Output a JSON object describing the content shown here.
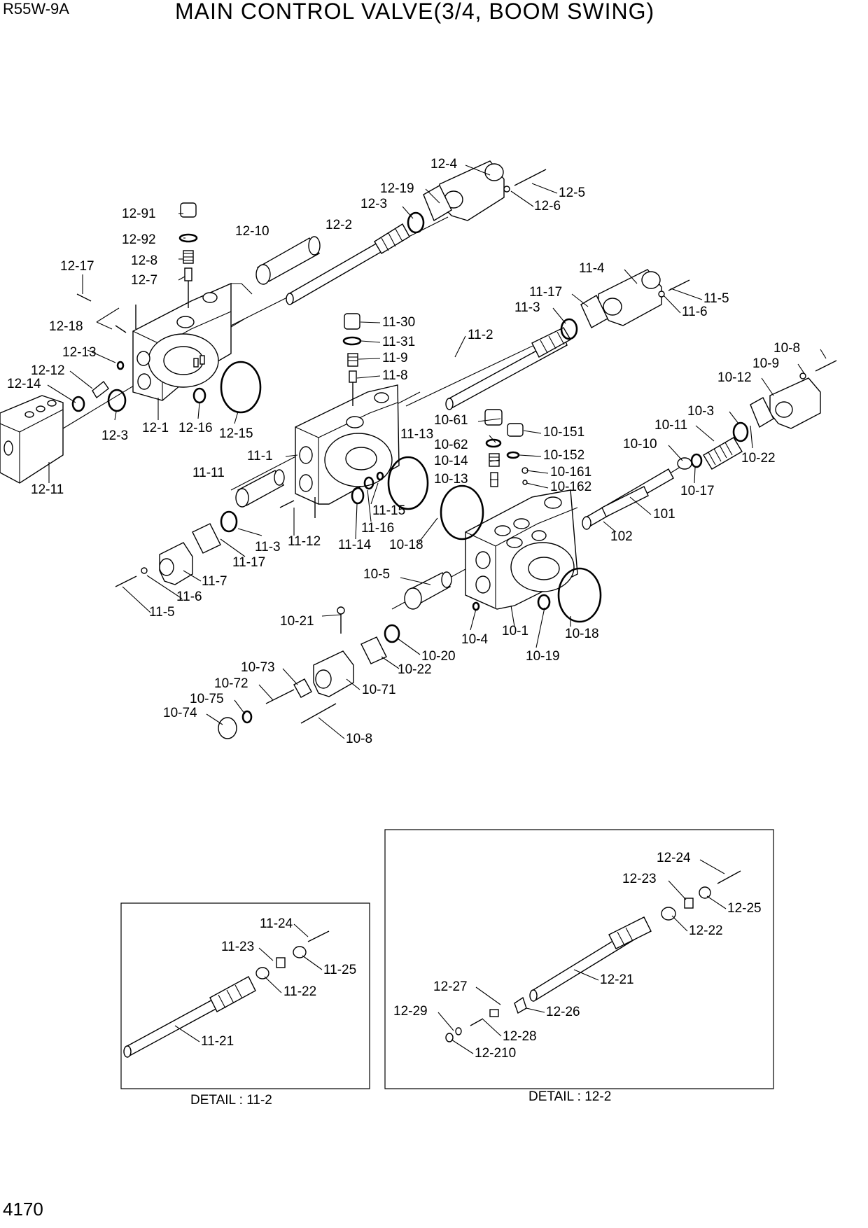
{
  "header": {
    "model_code": "R55W-9A",
    "title": "MAIN CONTROL VALVE(3/4, BOOM SWING)"
  },
  "footer": {
    "page_number": "4170"
  },
  "detail_boxes": [
    {
      "caption": "DETAIL : 11-2"
    },
    {
      "caption": "DETAIL : 12-2"
    }
  ],
  "callouts": [
    "12-4",
    "12-19",
    "12-5",
    "12-3",
    "12-6",
    "12-91",
    "12-10",
    "12-2",
    "12-92",
    "12-8",
    "12-17",
    "12-7",
    "12-18",
    "12-13",
    "12-12",
    "12-14",
    "12-3",
    "12-1",
    "12-16",
    "12-15",
    "12-11",
    "11-4",
    "11-17",
    "11-5",
    "11-3",
    "11-6",
    "11-30",
    "11-2",
    "11-31",
    "11-9",
    "11-8",
    "10-8",
    "10-9",
    "10-12",
    "10-3",
    "10-11",
    "10-22",
    "10-10",
    "10-17",
    "10-61",
    "10-151",
    "11-13",
    "10-62",
    "10-152",
    "11-1",
    "10-14",
    "10-161",
    "10-13",
    "10-162",
    "11-11",
    "11-15",
    "101",
    "11-16",
    "10-18",
    "11-12",
    "11-14",
    "11-3",
    "102",
    "11-17",
    "11-7",
    "10-5",
    "11-6",
    "11-5",
    "10-21",
    "10-4",
    "10-1",
    "10-18",
    "10-20",
    "10-19",
    "10-22",
    "10-73",
    "10-72",
    "10-71",
    "10-75",
    "10-74",
    "10-8",
    "11-24",
    "11-23",
    "11-25",
    "11-22",
    "11-21",
    "12-24",
    "12-23",
    "12-25",
    "12-22",
    "12-21",
    "12-27",
    "12-26",
    "12-29",
    "12-28",
    "12-210"
  ]
}
